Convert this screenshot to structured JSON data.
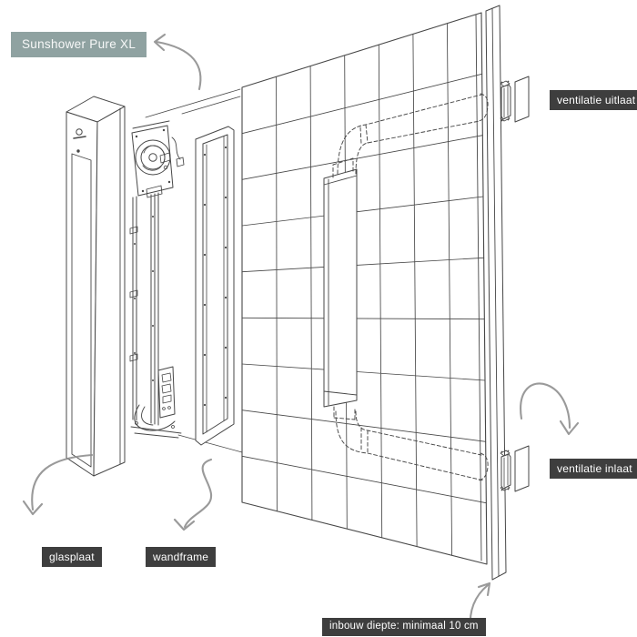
{
  "meta": {
    "title": "Sunshower Pure XL inbouw installatie diagram",
    "language": "nl"
  },
  "labels": {
    "product": "Sunshower Pure XL",
    "ventilation_outlet": "ventilatie uitlaat",
    "ventilation_inlet": "ventilatie inlaat",
    "glass_plate": "glasplaat",
    "wall_frame": "wandframe",
    "built_in_depth": "inbouw diepte: minimaal 10 cm"
  },
  "colors": {
    "background": "#FFFFFF",
    "line_color": "#474747",
    "arrow_color": "#8F8F8F",
    "product_label_bg": "#8FA2A1",
    "product_label_text": "#F7F8F8",
    "dark_label_bg": "#3E3E3E",
    "dark_label_text": "#FFFFFF"
  },
  "diagram_parts": [
    {
      "name": "glass-panel",
      "label": "glasplaat"
    },
    {
      "name": "uv-unit-with-fan",
      "label": "Sunshower Pure XL"
    },
    {
      "name": "wall-frame",
      "label": "wandframe"
    },
    {
      "name": "tiled-wall",
      "label": ""
    },
    {
      "name": "vent-outlet-assembly",
      "label": "ventilatie uitlaat"
    },
    {
      "name": "vent-inlet-assembly",
      "label": "ventilatie inlaat"
    },
    {
      "name": "wall-cavity-depth",
      "label": "inbouw diepte: minimaal 10 cm"
    }
  ]
}
